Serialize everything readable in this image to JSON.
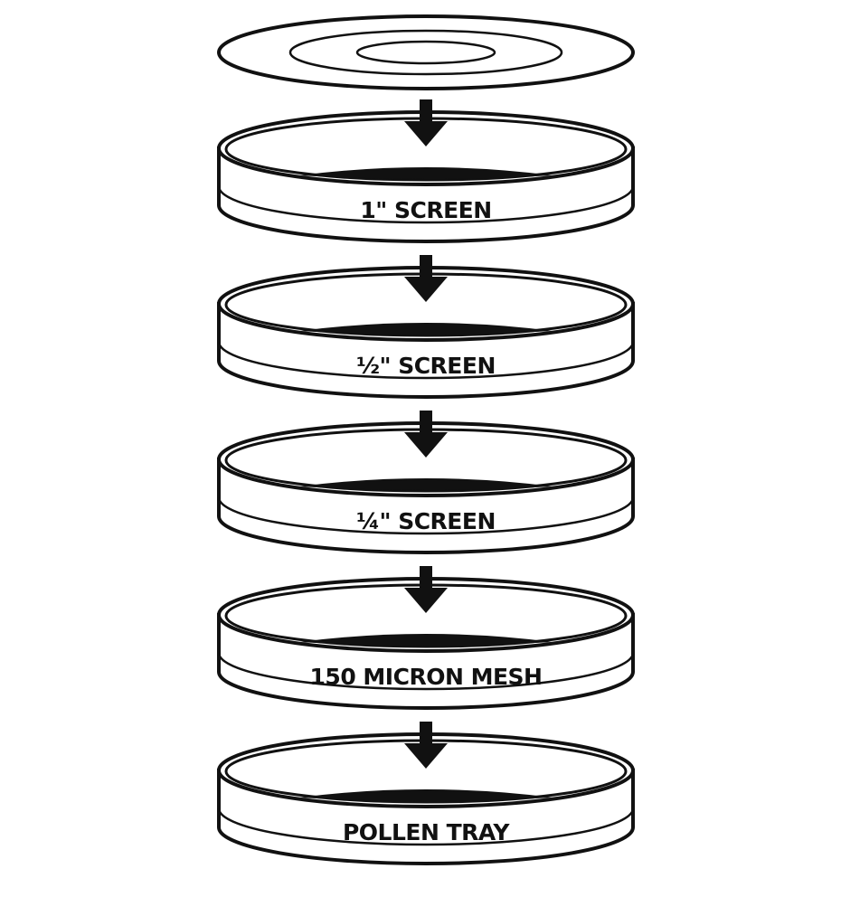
{
  "colors": {
    "ink": "#111111",
    "paper": "#ffffff"
  },
  "lid": {
    "name": "lid"
  },
  "tiers": [
    {
      "label": "1\" SCREEN"
    },
    {
      "label": "½\" SCREEN"
    },
    {
      "label": "¼\" SCREEN"
    },
    {
      "label": "150 MICRON MESH"
    },
    {
      "label": "POLLEN TRAY"
    }
  ],
  "arrow_icon": "arrow-down-icon"
}
